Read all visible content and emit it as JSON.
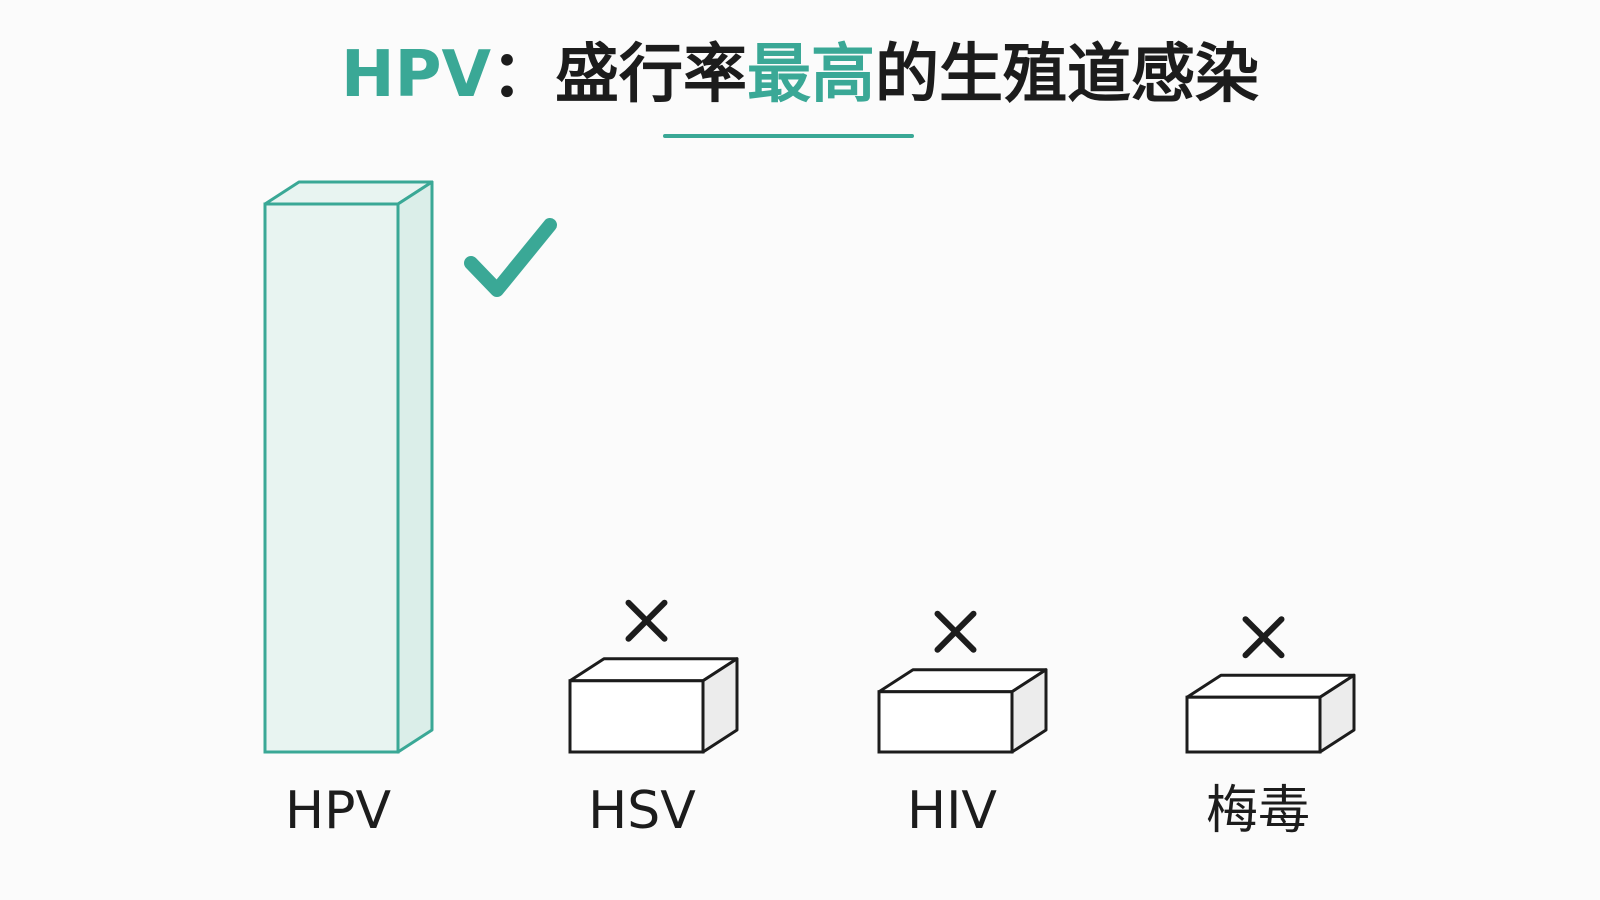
{
  "colors": {
    "accent": "#3aa896",
    "text": "#1c1c1c",
    "bar_highlight_fill": "#e8f4f1",
    "bar_highlight_side": "#dbeee9",
    "bar_fill": "#ffffff",
    "bar_side": "#ececec",
    "background": "#fbfbfb"
  },
  "title": {
    "part1": "HPV",
    "part2": "：盛行率",
    "part3": "最高",
    "part4": "的生殖道感染"
  },
  "chart_data": {
    "type": "bar",
    "categories": [
      "HPV",
      "HSV",
      "HIV",
      "梅毒"
    ],
    "values": [
      100,
      13,
      11,
      10
    ],
    "ylim": [
      0,
      100
    ],
    "grid": false,
    "legend": "none",
    "markers": [
      "check-icon",
      "cross-icon",
      "cross-icon",
      "cross-icon"
    ]
  }
}
